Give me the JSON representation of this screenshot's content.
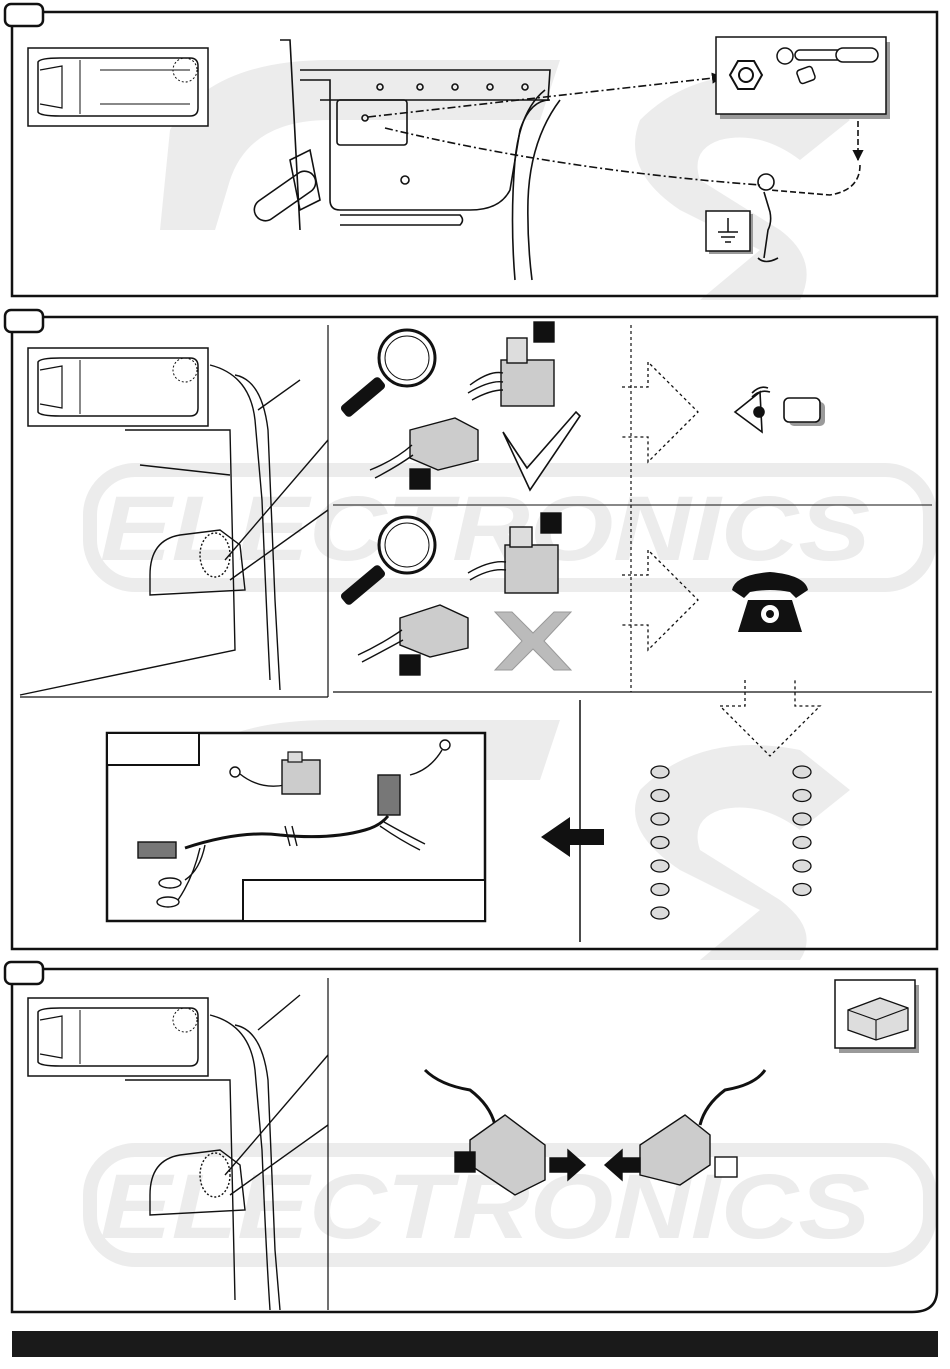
{
  "colors": {
    "line": "#111111",
    "watermark": "#e9e9e9",
    "boxShadow": "#9a9a9a",
    "ledFill": "#dcdcdc",
    "footer": "#1a1a1a"
  },
  "watermark": {
    "logo_text": "ECS",
    "brand_text": "ELECTRONICS"
  },
  "steps": [
    {
      "id": "step-1",
      "marker": ""
    },
    {
      "id": "step-2",
      "marker": ""
    },
    {
      "id": "step-3",
      "marker": ""
    }
  ],
  "icons": {
    "step1": [
      "van-top-view-icon",
      "body-panel-icon",
      "nut-icon",
      "ratchet-wrench-icon",
      "ring-terminal-icon",
      "ground-symbol-icon"
    ],
    "step2": [
      "magnifier-icon",
      "connector-icon",
      "check-mark-icon",
      "cross-mark-icon",
      "eye-icon",
      "telephone-icon",
      "led-grid-icon",
      "wiring-harness-icon"
    ],
    "step3": [
      "control-module-icon",
      "connector-male-icon",
      "connector-female-icon"
    ]
  },
  "step2_led_columns": [
    7,
    6
  ],
  "texts": {
    "eye_box_label": "",
    "harness_tag_label": "",
    "harness_caption_label": "",
    "conn_tag_1": "",
    "conn_tag_2": "",
    "conn_tag_3": "",
    "conn_tag_4": "",
    "conn_tag_5": "",
    "conn_tag_6": ""
  }
}
